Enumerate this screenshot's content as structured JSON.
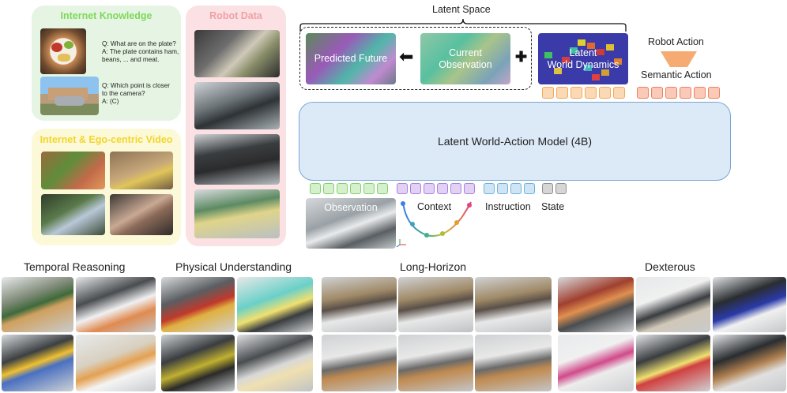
{
  "panels": {
    "internet_knowledge": {
      "title": "Internet Knowledge",
      "title_color": "#7dd85a",
      "bg": "#e6f5e3",
      "qa1": [
        "Q: What are on the plate?",
        "A: The plate contains ham,",
        "beans, ... and meat."
      ],
      "qa2": [
        "Q: Which point is closer",
        "to the camera?",
        "A: (C)"
      ]
    },
    "internet_video": {
      "title": "Internet & Ego-centric Video",
      "title_color": "#f2d62a",
      "bg": "#fcf9d8"
    },
    "robot_data": {
      "title": "Robot Data",
      "title_color": "#f0a0a6",
      "bg": "#fbe1e3"
    }
  },
  "latent": {
    "title": "Latent Space",
    "predicted_future": "Predicted Future",
    "current_observation": [
      "Current",
      "Observation"
    ],
    "latent_world_dynamics": [
      "Latent",
      "World Dynamics"
    ],
    "arrow_symbol": "⬅",
    "plus_symbol": "✚"
  },
  "robot_action": {
    "label": "Robot Action",
    "semantic_label": "Semantic Action"
  },
  "model": {
    "label": "Latent World-Action Model (4B)",
    "bg": "#dce9f7",
    "border": "#7aa6d6"
  },
  "inputs": {
    "observation": "Observation",
    "context": "Context",
    "instruction": "Instruction",
    "state": "State"
  },
  "token_colors": {
    "latent": {
      "fill": "#fbd9b4",
      "stroke": "#f0a85a"
    },
    "action": {
      "fill": "#fbc9b8",
      "stroke": "#ec7f60"
    },
    "observation": {
      "fill": "#d5f1cc",
      "stroke": "#82cf6e"
    },
    "context": {
      "fill": "#e2d0f5",
      "stroke": "#a982de"
    },
    "instruction": {
      "fill": "#cfe5f5",
      "stroke": "#6db1de"
    },
    "state": {
      "fill": "#d6d6d6",
      "stroke": "#8f8f8f"
    }
  },
  "bottom": {
    "temporal": "Temporal Reasoning",
    "physical": "Physical Understanding",
    "long_horizon": "Long-Horizon",
    "dexterous": "Dexterous"
  }
}
